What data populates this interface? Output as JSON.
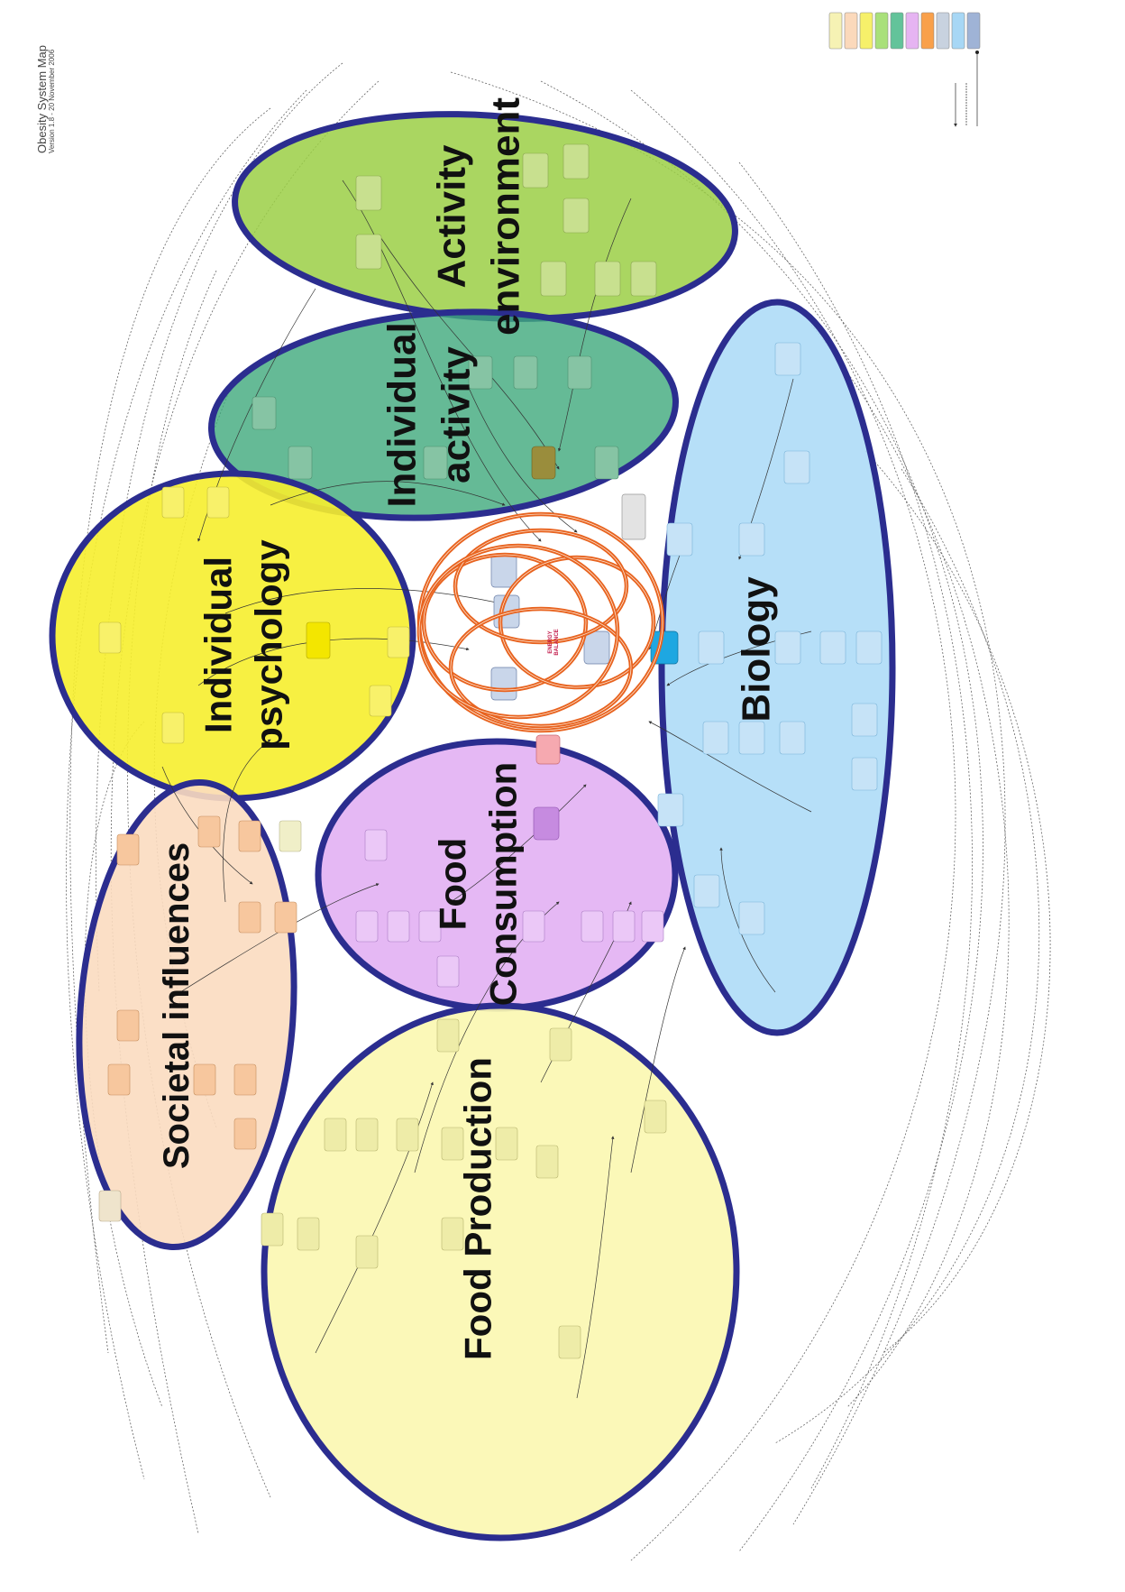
{
  "header": {
    "title": "Obesity System Map",
    "version": "Version 1.8 - 20 November 2006"
  },
  "legend": {
    "swatches": [
      {
        "color": "#f6f2b4"
      },
      {
        "color": "#fbd9bb"
      },
      {
        "color": "#f6f06a"
      },
      {
        "color": "#a9e07a"
      },
      {
        "color": "#63c39a"
      },
      {
        "color": "#e6b4f2"
      },
      {
        "color": "#f9a04a"
      },
      {
        "color": "#c8d2df"
      },
      {
        "color": "#a7d7f5"
      },
      {
        "color": "#9fb3d6"
      }
    ]
  },
  "core": {
    "label_line1": "ENERGY",
    "label_line2": "BALANCE",
    "ring_color": "#e8631f"
  },
  "clusters": [
    {
      "id": "activity-environment",
      "lines": [
        "Activity",
        "environment"
      ],
      "fill": "#9bcf45",
      "opacity": 0.85
    },
    {
      "id": "individual-activity",
      "lines": [
        "Individual",
        "activity"
      ],
      "fill": "#3ea97c",
      "opacity": 0.8
    },
    {
      "id": "individual-psychology",
      "lines": [
        "Individual",
        "psychology"
      ],
      "fill": "#f6ee2e",
      "opacity": 0.9
    },
    {
      "id": "biology",
      "lines": [
        "Biology"
      ],
      "fill": "#aedbf7",
      "opacity": 0.9
    },
    {
      "id": "food-consumption",
      "lines": [
        "Food",
        "Consumption"
      ],
      "fill": "#e2b0f3",
      "opacity": 0.9
    },
    {
      "id": "societal-influences",
      "lines": [
        "Societal influences"
      ],
      "fill": "#fbdcc0",
      "opacity": 0.9
    },
    {
      "id": "food-production",
      "lines": [
        "Food Production"
      ],
      "fill": "#fbf7b0",
      "opacity": 0.9
    }
  ],
  "colors": {
    "outline": "#2b2d8f",
    "link": "#555555"
  }
}
